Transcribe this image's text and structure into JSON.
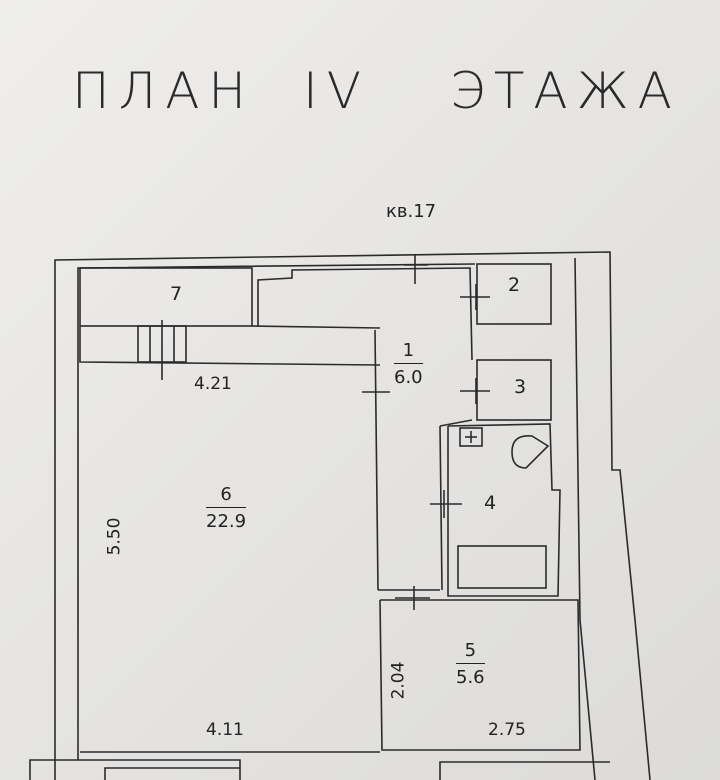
{
  "title": {
    "word1": "ПЛАН",
    "word2": "IV",
    "word3": "ЭТАЖА"
  },
  "apartment_label": "кв.17",
  "rooms": [
    {
      "number": "1",
      "area": "6.0"
    },
    {
      "number": "2",
      "area": ""
    },
    {
      "number": "3",
      "area": ""
    },
    {
      "number": "4",
      "area": ""
    },
    {
      "number": "5",
      "area": "5.6"
    },
    {
      "number": "6",
      "area": "22.9"
    },
    {
      "number": "7",
      "area": ""
    }
  ],
  "dimensions": {
    "room6_top": "4.21",
    "room6_left": "5.50",
    "room6_bottom": "4.11",
    "room5_left": "2.04",
    "room5_bottom": "2.75"
  },
  "colors": {
    "paper": "#e9e8e6",
    "line": "#2b2b2b"
  }
}
